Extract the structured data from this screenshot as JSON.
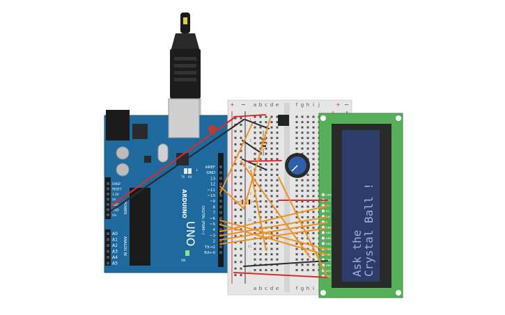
{
  "arduino": {
    "brand": "ARDUINO",
    "model": "UNO",
    "digital_label": "DIGITAL (PWM~)",
    "power_label": "POWER",
    "analog_label": "ANALOG IN",
    "top_pins": [
      "AREF",
      "GND",
      "13",
      "12",
      "~11",
      "~10",
      "~9",
      "8",
      "7",
      "~6",
      "~5",
      "4",
      "~3",
      "2",
      "TX→1",
      "RX←0"
    ],
    "power_pins": [
      "IOREF",
      "RESET",
      "3.3V",
      "5V",
      "GND",
      "GND",
      "Vin"
    ],
    "analog_pins": [
      "A0",
      "A1",
      "A2",
      "A3",
      "A4",
      "A5"
    ],
    "led_labels": [
      "TX",
      "RX",
      "L"
    ],
    "on_label": "ON"
  },
  "breadboard": {
    "columns_left": [
      "a",
      "b",
      "c",
      "d",
      "e"
    ],
    "columns_right": [
      "f",
      "g",
      "h",
      "i",
      "j"
    ],
    "rail_plus": "+",
    "rail_minus": "−",
    "row_numbers": [
      "1",
      "5",
      "10",
      "15",
      "20",
      "25",
      "30"
    ]
  },
  "lcd": {
    "line1": "Ask the",
    "line2": "Crystal Ball !",
    "pin_labels": [
      "GND",
      "VCC",
      "V0",
      "RS",
      "RW",
      "E",
      "DB0",
      "DB1",
      "DB2",
      "DB3",
      "DB4",
      "DB5",
      "DB6",
      "DB7",
      "LED",
      "LED"
    ]
  },
  "colors": {
    "arduino_board": "#1e6a9e",
    "breadboard": "#e5e5e5",
    "lcd_pcb": "#56b05a",
    "lcd_screen": "#2c3d6b",
    "lcd_text": "#9fb0d8",
    "wire_red": "#d92b2b",
    "wire_black": "#2b2b2b",
    "wire_orange": "#f0901e"
  }
}
